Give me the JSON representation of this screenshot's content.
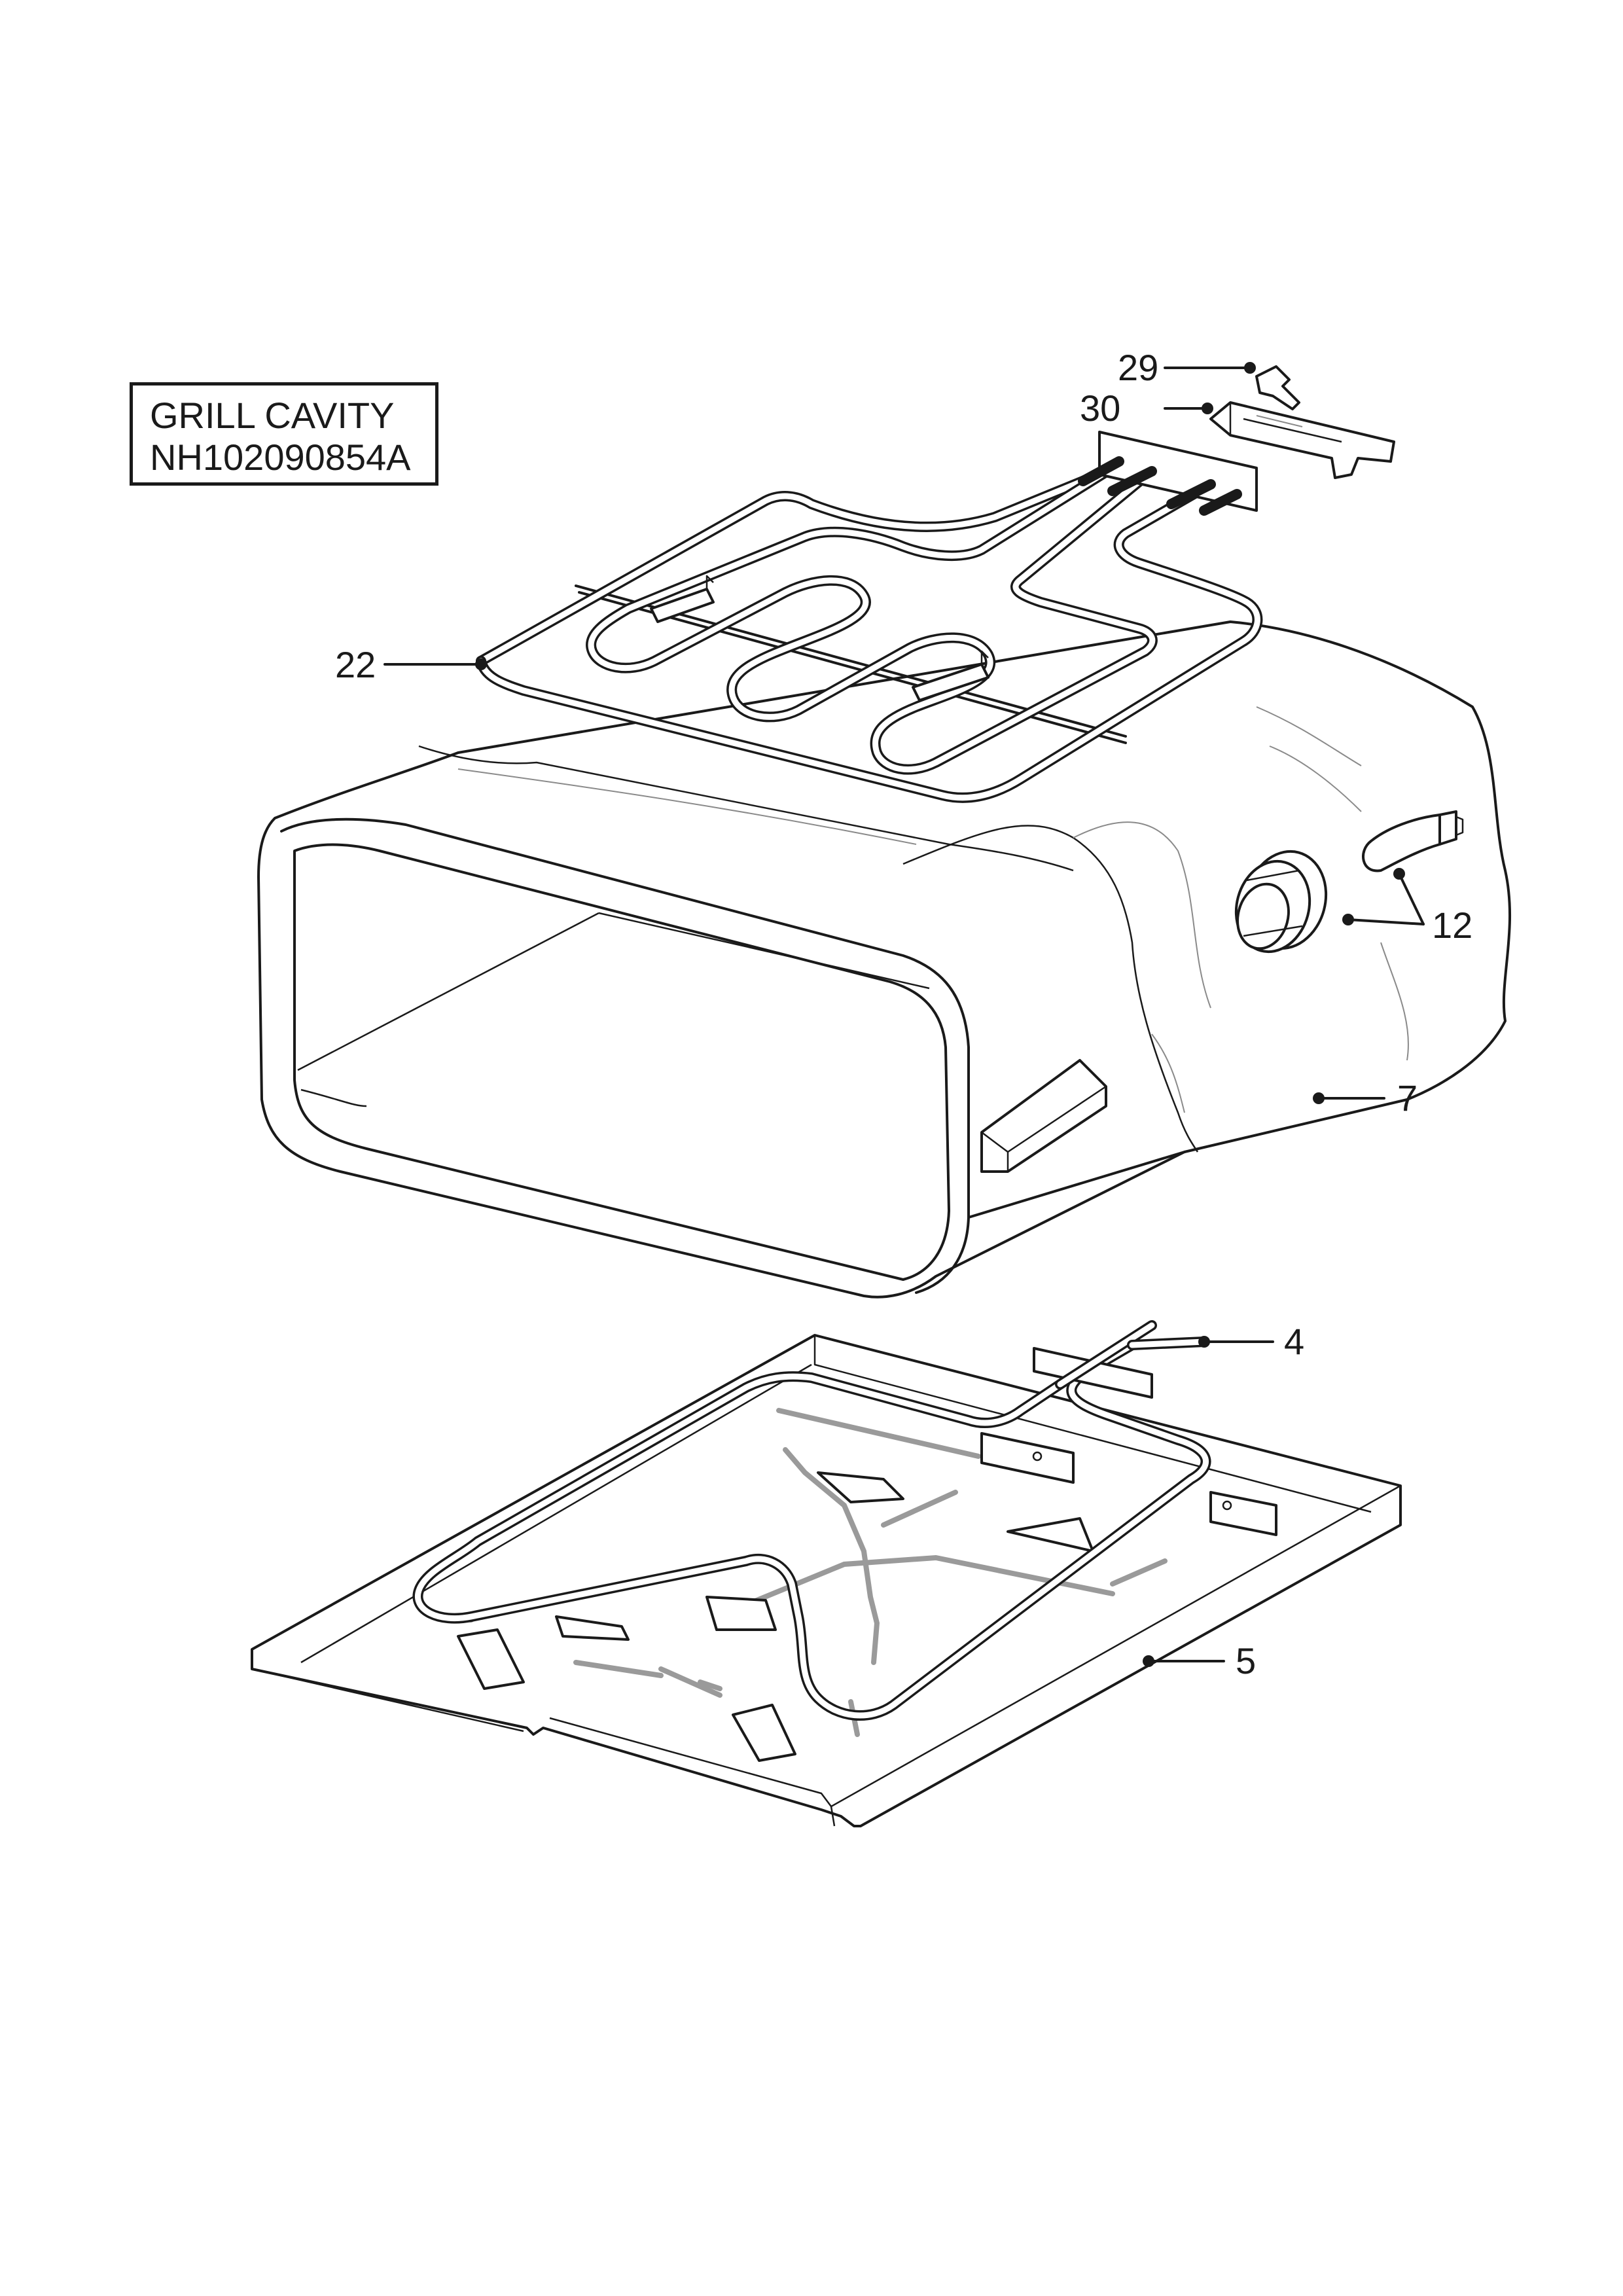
{
  "title": {
    "line1": "GRILL CAVITY",
    "line2": "NH102090854A"
  },
  "callouts": [
    {
      "id": "29",
      "label": "29"
    },
    {
      "id": "30",
      "label": "30"
    },
    {
      "id": "22",
      "label": "22"
    },
    {
      "id": "12",
      "label": "12"
    },
    {
      "id": "7",
      "label": "7"
    },
    {
      "id": "4",
      "label": "4"
    },
    {
      "id": "5",
      "label": "5"
    }
  ]
}
